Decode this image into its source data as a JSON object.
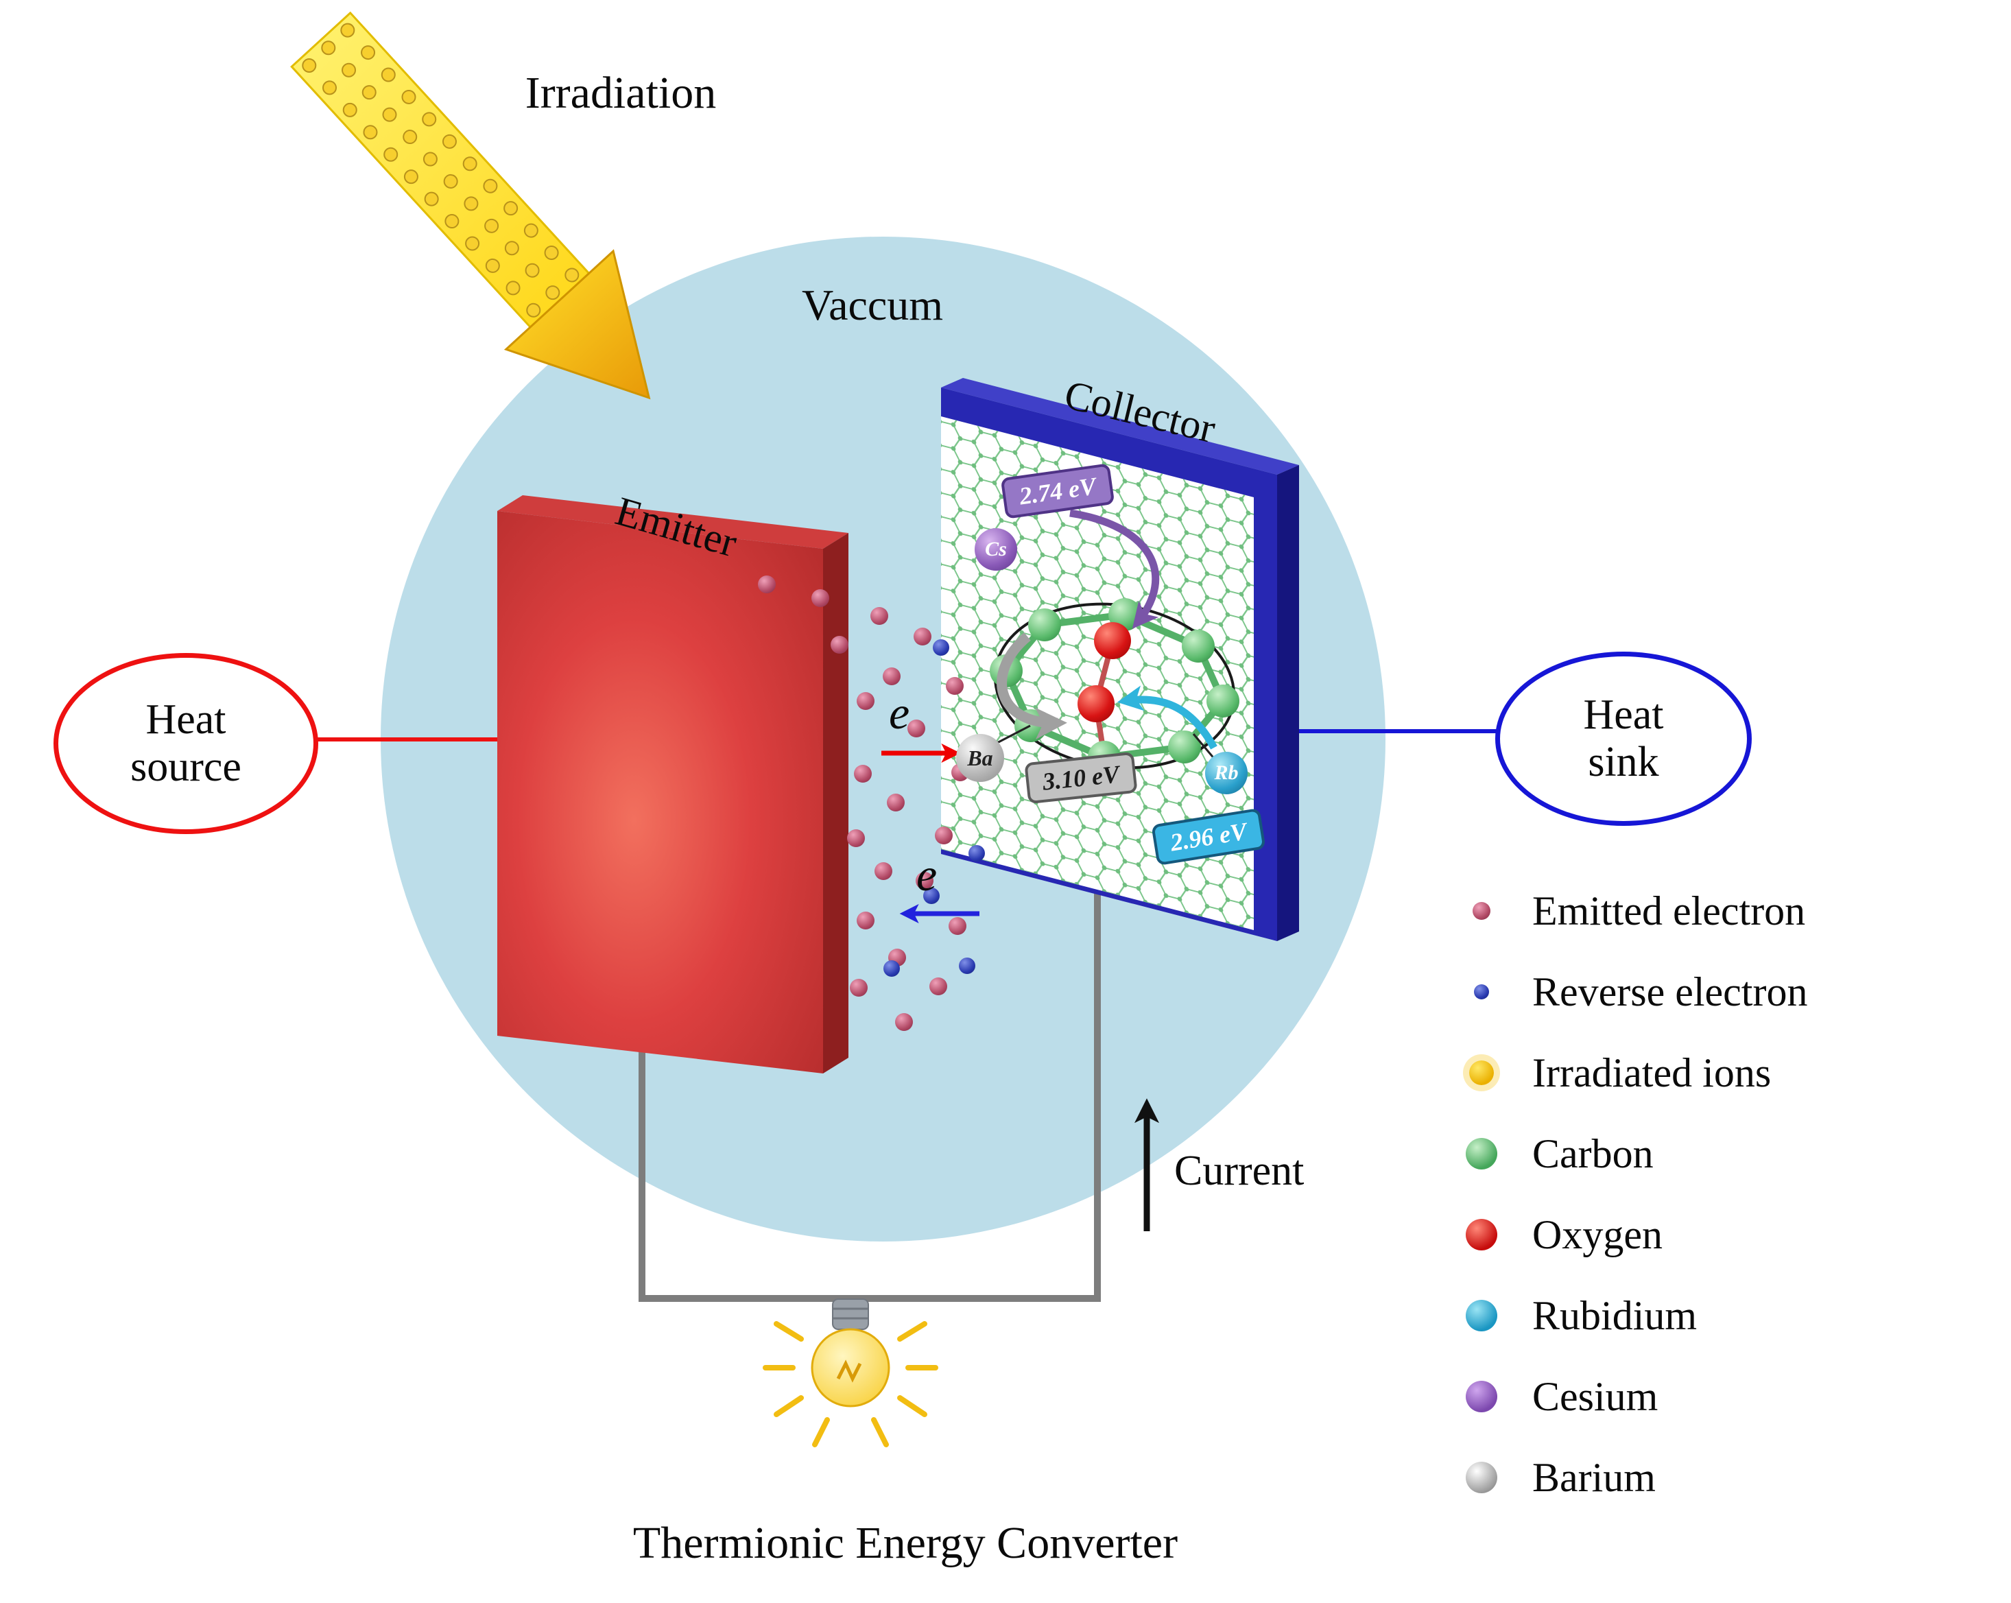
{
  "title": "Thermionic Energy Converter",
  "scene": {
    "irradiation_label": "Irradiation",
    "vacuum_label": "Vaccum",
    "emitter_label": "Emitter",
    "collector_label": "Collector",
    "current_label": "Current",
    "e_emitted": "e",
    "e_reverse": "e",
    "heat_source": {
      "line1": "Heat",
      "line2": "source"
    },
    "heat_sink": {
      "line1": "Heat",
      "line2": "sink"
    }
  },
  "collector_inset": {
    "cesium": {
      "symbol": "Cs",
      "work_function": "2.74 eV"
    },
    "barium": {
      "symbol": "Ba",
      "work_function": "3.10 eV"
    },
    "rubidium": {
      "symbol": "Rb",
      "work_function": "2.96 eV"
    }
  },
  "legend": [
    {
      "label": "Emitted electron",
      "color": "#b24a66"
    },
    {
      "label": "Reverse electron",
      "color": "#2a3ab0"
    },
    {
      "label": "Irradiated ions",
      "color": "#f2c21a"
    },
    {
      "label": "Carbon",
      "color": "#44a65a"
    },
    {
      "label": "Oxygen",
      "color": "#c60c0c"
    },
    {
      "label": "Rubidium",
      "color": "#1a96c2"
    },
    {
      "label": "Cesium",
      "color": "#7c48ae"
    },
    {
      "label": "Barium",
      "color": "#b9b9b9"
    }
  ],
  "colors": {
    "vacuum_fill": "#bcdde9",
    "emitter_red": "#d63c3c",
    "collector_blue": "#2727b2",
    "heat_source_stroke": "#ee1111",
    "heat_sink_stroke": "#1616d6",
    "irradiation_yellow": "#ffe832",
    "wire_gray": "#7d7d7d",
    "current_black": "#111111"
  },
  "particles": {
    "emitted": [
      [
        1118,
        852
      ],
      [
        1196,
        872
      ],
      [
        1282,
        898
      ],
      [
        1224,
        940
      ],
      [
        1345,
        928
      ],
      [
        1300,
        986
      ],
      [
        1392,
        1000
      ],
      [
        1262,
        1022
      ],
      [
        1336,
        1062
      ],
      [
        1400,
        1126
      ],
      [
        1258,
        1128
      ],
      [
        1306,
        1170
      ],
      [
        1248,
        1222
      ],
      [
        1376,
        1218
      ],
      [
        1288,
        1270
      ],
      [
        1348,
        1284
      ],
      [
        1262,
        1342
      ],
      [
        1396,
        1350
      ],
      [
        1308,
        1396
      ],
      [
        1252,
        1440
      ],
      [
        1368,
        1438
      ],
      [
        1318,
        1490
      ]
    ],
    "reverse": [
      [
        1372,
        944
      ],
      [
        1424,
        1244
      ],
      [
        1358,
        1306
      ],
      [
        1410,
        1408
      ],
      [
        1300,
        1412
      ]
    ]
  }
}
